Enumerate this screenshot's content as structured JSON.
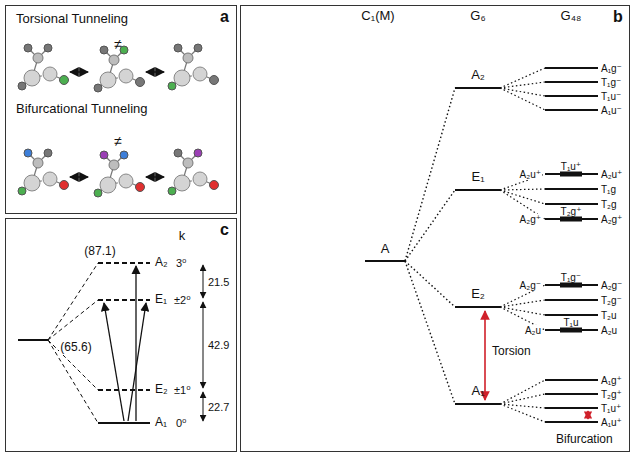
{
  "diagram": {
    "nodes": [
      {
        "text": [
          "a",
          "Torsional Tunneling",
          "Bifurcational Tunneling"
        ]
      },
      {
        "text": [
          "b"
        ]
      },
      {
        "text": [
          "c"
        ]
      }
    ],
    "labels": [
      "≠",
      "≠",
      "C₁(M)",
      "G₆",
      "G₄₈",
      "A",
      "A₂",
      "E₁",
      "E₂",
      "A₁",
      "A₁g⁻",
      "T₁g⁻",
      "T₁u⁻",
      "A₁u⁻",
      "A₂u⁺",
      "T₁u⁺",
      "A₂u⁺",
      "T₁g",
      "T₂g",
      "A₂g⁺",
      "T₂g⁺",
      "A₂g⁺",
      "A₂g⁻",
      "T₁g⁻",
      "A₂g⁻",
      "T₂g⁻",
      "T₂u",
      "A₂u",
      "T₁u",
      "A₂u",
      "A₁g⁺",
      "T₂g⁺",
      "T₁u⁺",
      "A₁u⁺",
      "Torsion",
      "Bifurcation",
      "k",
      "A₂",
      "3⁰",
      "E₁",
      "±2⁰",
      "E₂",
      "±1⁰",
      "A₁",
      "0⁰",
      "(87.1)",
      "(65.6)",
      "21.5",
      "42.9",
      "22.7"
    ]
  }
}
